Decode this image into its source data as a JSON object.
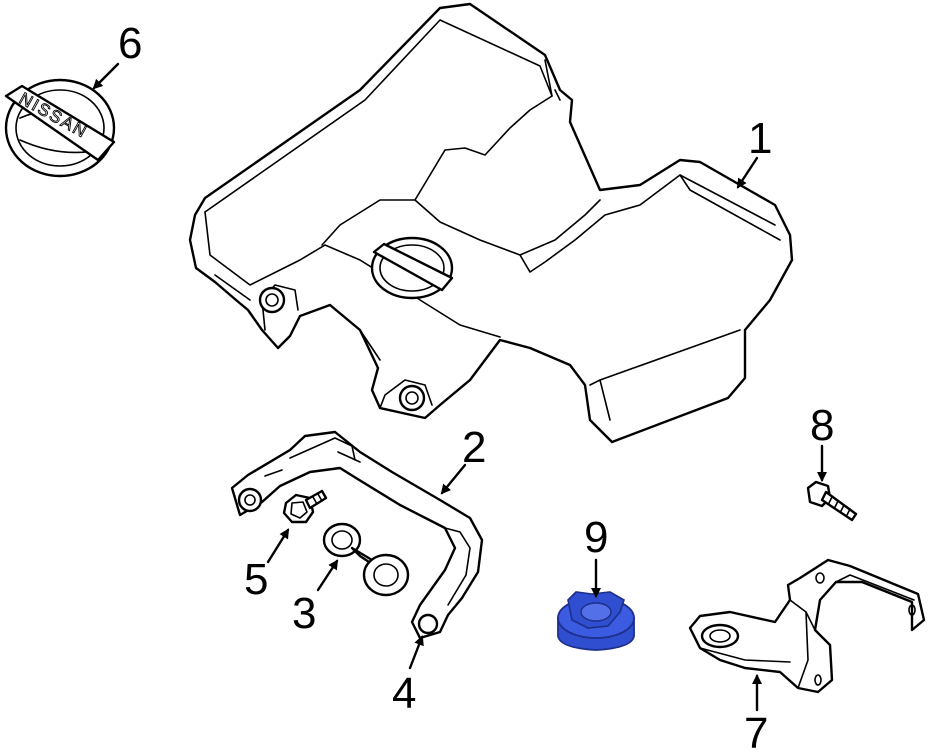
{
  "callouts": {
    "part1": "1",
    "part2": "2",
    "part3": "3",
    "part4": "4",
    "part5": "5",
    "part6": "6",
    "part7": "7",
    "part8": "8",
    "part9": "9"
  },
  "emblem_text": "NISSAN",
  "colors": {
    "highlight": "#2f4fd0",
    "highlight_dark": "#1c2f8a",
    "line": "#000000",
    "background": "#ffffff"
  }
}
